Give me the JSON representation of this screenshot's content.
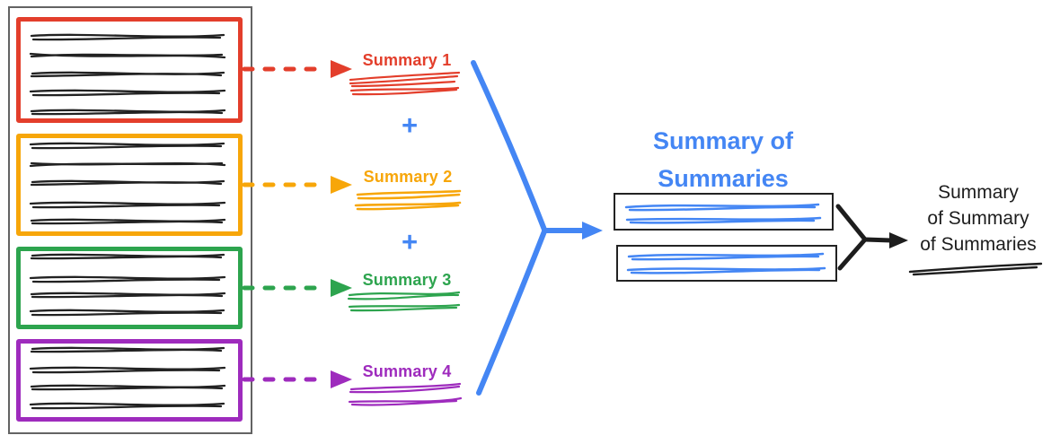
{
  "colors": {
    "red": "#e33e2b",
    "orange": "#f7a609",
    "green": "#2da44e",
    "purple": "#9e2bbd",
    "blue": "#4486f4",
    "ink": "#222222",
    "frame_gray": "#636363"
  },
  "summaries": [
    {
      "label": "Summary 1",
      "color": "#e33e2b"
    },
    {
      "label": "Summary 2",
      "color": "#f7a609"
    },
    {
      "label": "Summary 3",
      "color": "#2da44e"
    },
    {
      "label": "Summary 4",
      "color": "#9e2bbd"
    }
  ],
  "operators": {
    "plus": "+"
  },
  "merge": {
    "title_line1": "Summary of",
    "title_line2": "Summaries"
  },
  "final": {
    "lines": [
      "Summary",
      "of Summary",
      "of Summaries"
    ]
  }
}
